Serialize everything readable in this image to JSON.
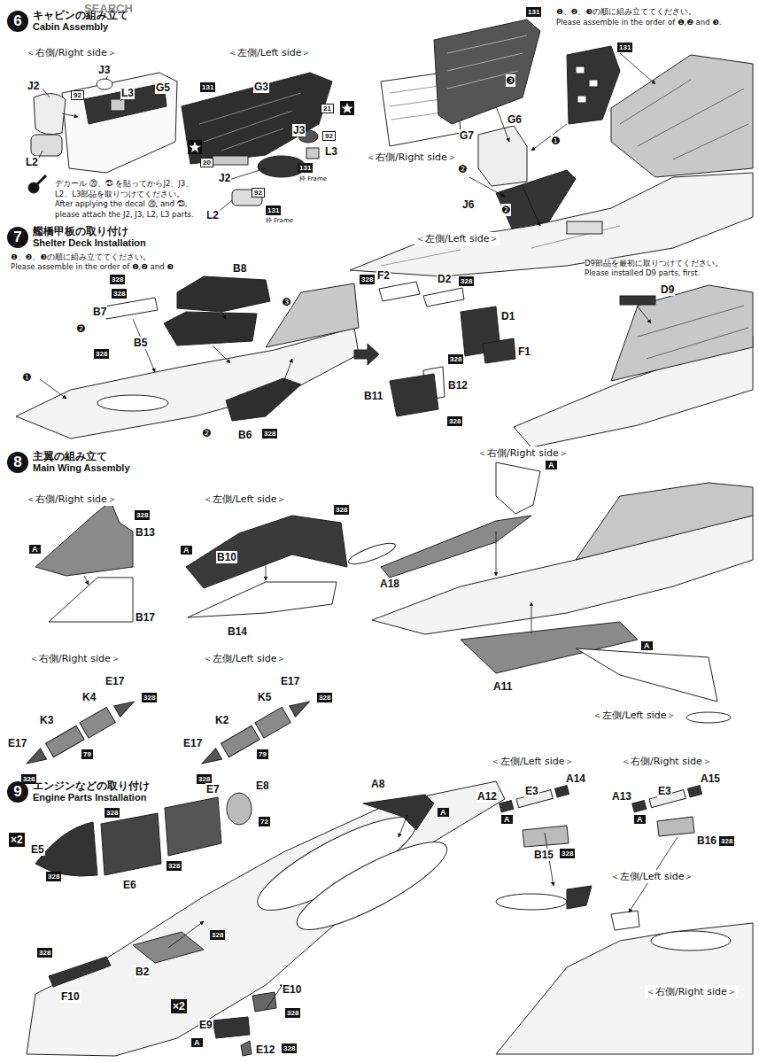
{
  "diagram": {
    "nodes": [
      {
        "text": [
          "6",
          "キャビンの組み立て",
          "Cabin Assembly"
        ]
      },
      {
        "text": [
          "7",
          "艦橋甲板の取り付け",
          "Shelter Deck Installation"
        ]
      },
      {
        "text": [
          "8",
          "主翼の組み立て",
          "Main Wing Assembly"
        ]
      },
      {
        "text": [
          "9",
          "エンジンなどの取り付け",
          "Engine Parts Installation"
        ]
      }
    ],
    "labels": [
      "SEARCH",
      "＜右側/Right side＞",
      "J2",
      "92",
      "J3",
      "L3",
      "G5",
      "L2",
      "＜左側/Left side＞",
      "131",
      "G3",
      "21",
      "J3",
      "92",
      "L3",
      "131",
      "枠 Frame",
      "20",
      "J2",
      "92",
      "L2",
      "131",
      "枠 Frame",
      "デカール ⑳、㉑ を貼ってからJ2、J3、L2、L3部品を取りつけてください。",
      "After applying the decal ⑳, and ㉑, please attach the J2, J3, L2, L3 parts.",
      "131",
      "❶、❷、❸の順に組み立ててください。",
      "Please assemble in the order of ❶,❷ and ❸.",
      "G7",
      "❸",
      "131",
      "G6",
      "❶",
      "❷",
      "J6",
      "❷",
      "＜右側/Right side＞",
      "＜左側/Left side＞",
      "❶、❷、❸の順に組み立ててください。",
      "Please assemble in the order of ❶,❷ and ❸",
      "328",
      "B8",
      "❸",
      "328",
      "B7",
      "❷",
      "B5",
      "328",
      "❶",
      "B6",
      "❷",
      "328",
      "328",
      "F2",
      "D2",
      "328",
      "D1",
      "F1",
      "328",
      "B12",
      "B11",
      "328",
      "D9部品を最初に取りつけてください。",
      "Please installed D9 parts, first.",
      "D9",
      "＜右側/Right side＞",
      "328",
      "B13",
      "A",
      "B17",
      "＜左側/Left side＞",
      "328",
      "A",
      "B10",
      "B14",
      "＜右側/Right side＞",
      "＜左側/Left side＞",
      "E17",
      "328",
      "K4",
      "K3",
      "E17",
      "328",
      "79",
      "E17",
      "328",
      "K5",
      "K2",
      "E17",
      "328",
      "79",
      "＜右側/Right side＞",
      "A",
      "A18",
      "A",
      "A11",
      "＜左側/Left side＞",
      "×2",
      "E8",
      "E7",
      "72",
      "328",
      "E6",
      "328",
      "E5",
      "328",
      "B2",
      "328",
      "328",
      "F10",
      "A8",
      "A",
      "×2",
      "E10",
      "328",
      "E9",
      "A",
      "E12",
      "328",
      "＜左側/Left side＞",
      "＜右側/Right side＞",
      "A12",
      "E3",
      "A14",
      "A",
      "B15",
      "328",
      "A13",
      "E3",
      "A15",
      "A",
      "B16",
      "328",
      "＜左側/Left side＞",
      "＜右側/Right side＞"
    ]
  }
}
